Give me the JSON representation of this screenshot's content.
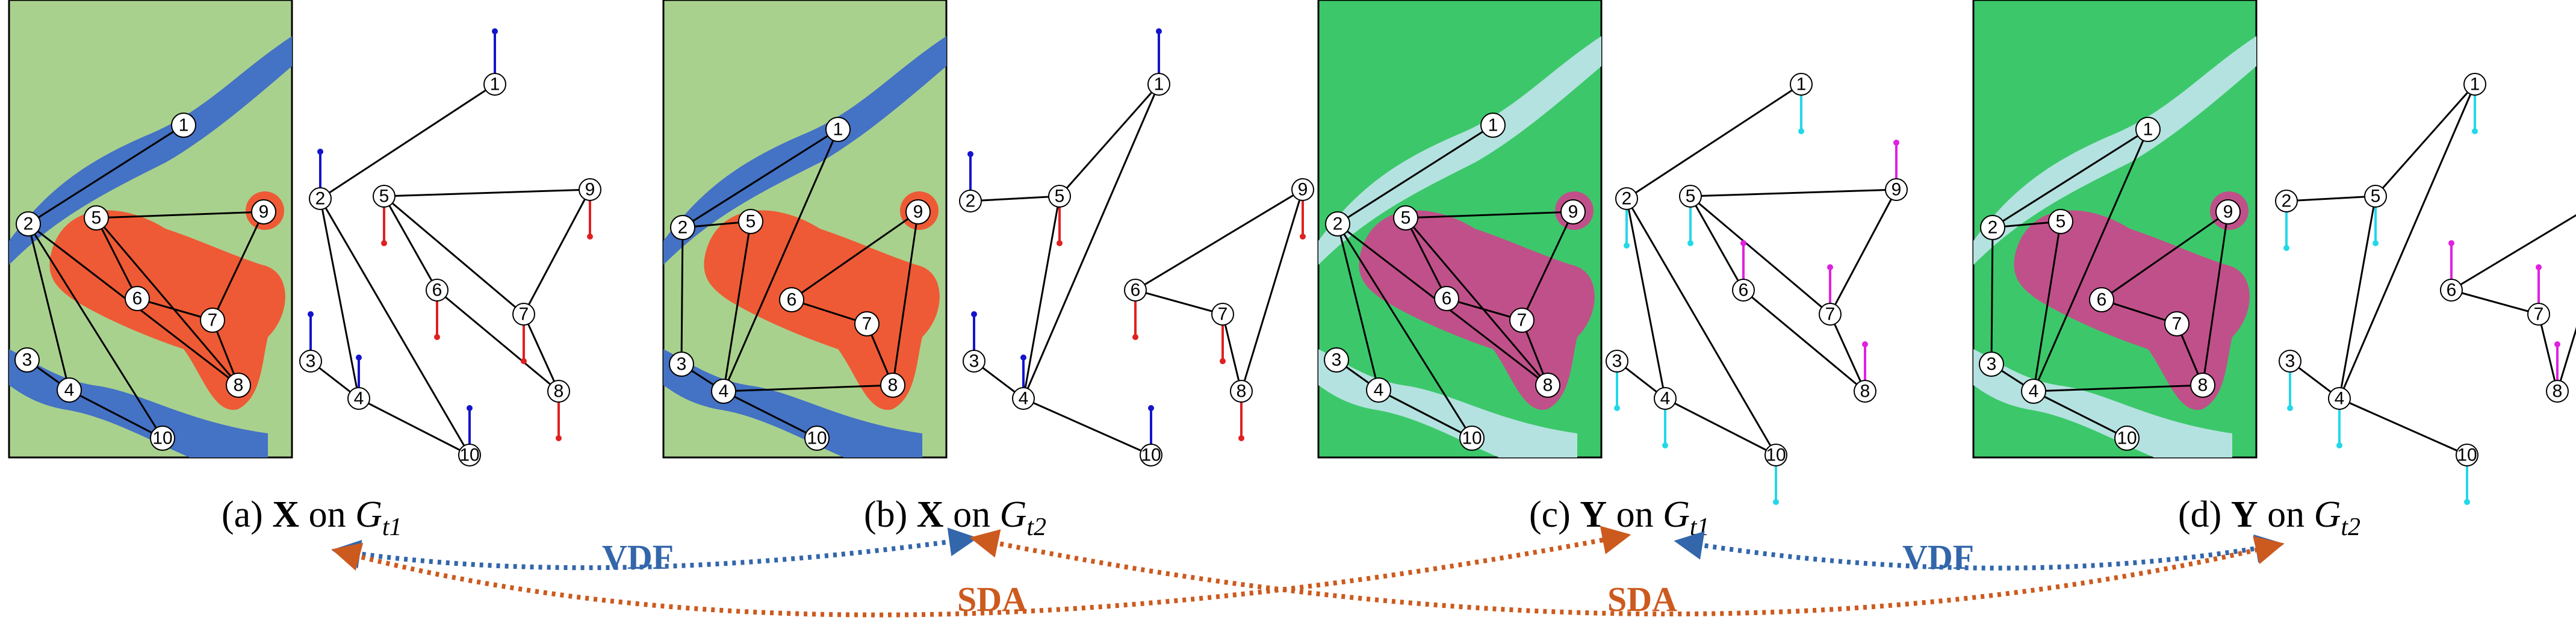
{
  "colors": {
    "land_x": "#a9d18e",
    "land_y": "#3cc86a",
    "river_x": "#4472c4",
    "river_y": "#b4e2e0",
    "region_x": "#ee5a35",
    "region_y": "#c0508a",
    "signal_blue": "#1414cc",
    "signal_red": "#e02020",
    "signal_cyan": "#22d8e8",
    "signal_magenta": "#e020e0",
    "vdf": "#3366aa",
    "sda": "#cc5a1e"
  },
  "nodes": [
    "1",
    "2",
    "3",
    "4",
    "5",
    "6",
    "7",
    "8",
    "9",
    "10"
  ],
  "panels": [
    {
      "id": "a",
      "caption_prefix": "(a) ",
      "caption_var": "X",
      "caption_mid": " on ",
      "caption_graph": "G",
      "caption_sub": "t1",
      "map_style": "x",
      "graph_time": "t1"
    },
    {
      "id": "b",
      "caption_prefix": "(b) ",
      "caption_var": "X",
      "caption_mid": " on ",
      "caption_graph": "G",
      "caption_sub": "t2",
      "map_style": "x",
      "graph_time": "t2"
    },
    {
      "id": "c",
      "caption_prefix": "(c) ",
      "caption_var": "Y",
      "caption_mid": " on ",
      "caption_graph": "G",
      "caption_sub": "t1",
      "map_style": "y",
      "graph_time": "t1"
    },
    {
      "id": "d",
      "caption_prefix": "(d) ",
      "caption_var": "Y",
      "caption_mid": " on ",
      "caption_graph": "G",
      "caption_sub": "t2",
      "map_style": "y",
      "graph_time": "t2"
    }
  ],
  "arrows": {
    "vdf_label": "VDF",
    "sda_label": "SDA"
  }
}
